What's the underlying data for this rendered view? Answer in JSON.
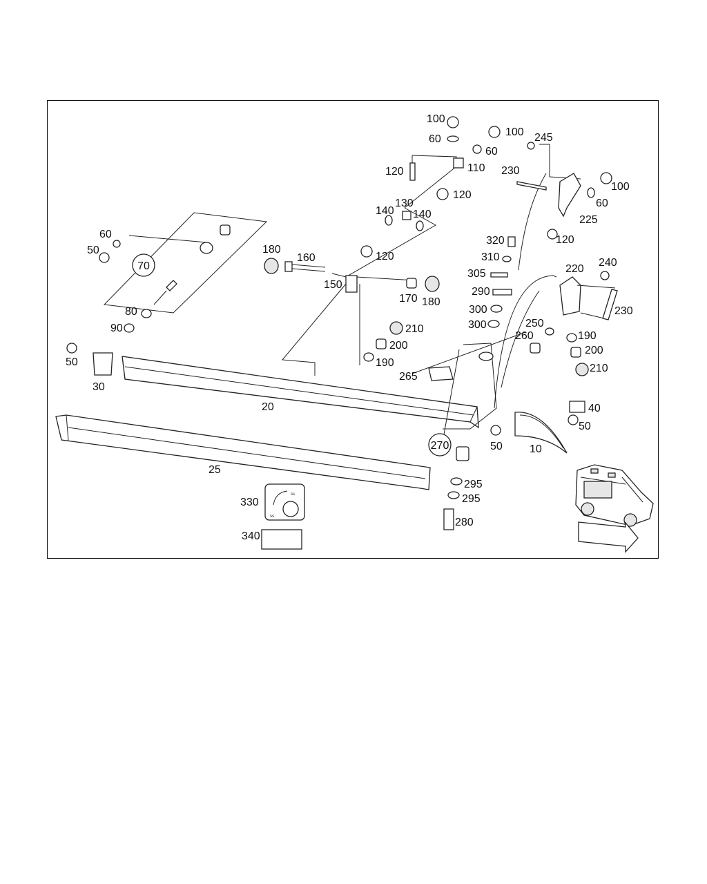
{
  "labels": {
    "l100a": "100",
    "l100b": "100",
    "l100c": "100",
    "l60a": "60",
    "l60b": "60",
    "l60c": "60",
    "l60d": "60",
    "l110": "110",
    "l245": "245",
    "l230a": "230",
    "l230b": "230",
    "l120a": "120",
    "l120b": "120",
    "l120c": "120",
    "l120d": "120",
    "l130": "130",
    "l140a": "140",
    "l140b": "140",
    "l225": "225",
    "l50a": "50",
    "l50b": "50",
    "l50c": "50",
    "l50d": "50",
    "l180a": "180",
    "l180b": "180",
    "l160": "160",
    "l150": "150",
    "l170": "170",
    "l320": "320",
    "l310": "310",
    "l305": "305",
    "l290": "290",
    "l300a": "300",
    "l300b": "300",
    "l220": "220",
    "l240": "240",
    "l250": "250",
    "l260": "260",
    "l190a": "190",
    "l190b": "190",
    "l200a": "200",
    "l200b": "200",
    "l210a": "210",
    "l210b": "210",
    "l80": "80",
    "l90": "90",
    "l30": "30",
    "l20": "20",
    "l25": "25",
    "l265": "265",
    "l40": "40",
    "l10": "10",
    "l295a": "295",
    "l295b": "295",
    "l280": "280",
    "l330": "330",
    "l340": "340"
  },
  "circled": {
    "c70": "70",
    "c270": "270"
  },
  "sticker": {
    "line1": "ss",
    "line2": "ss"
  }
}
